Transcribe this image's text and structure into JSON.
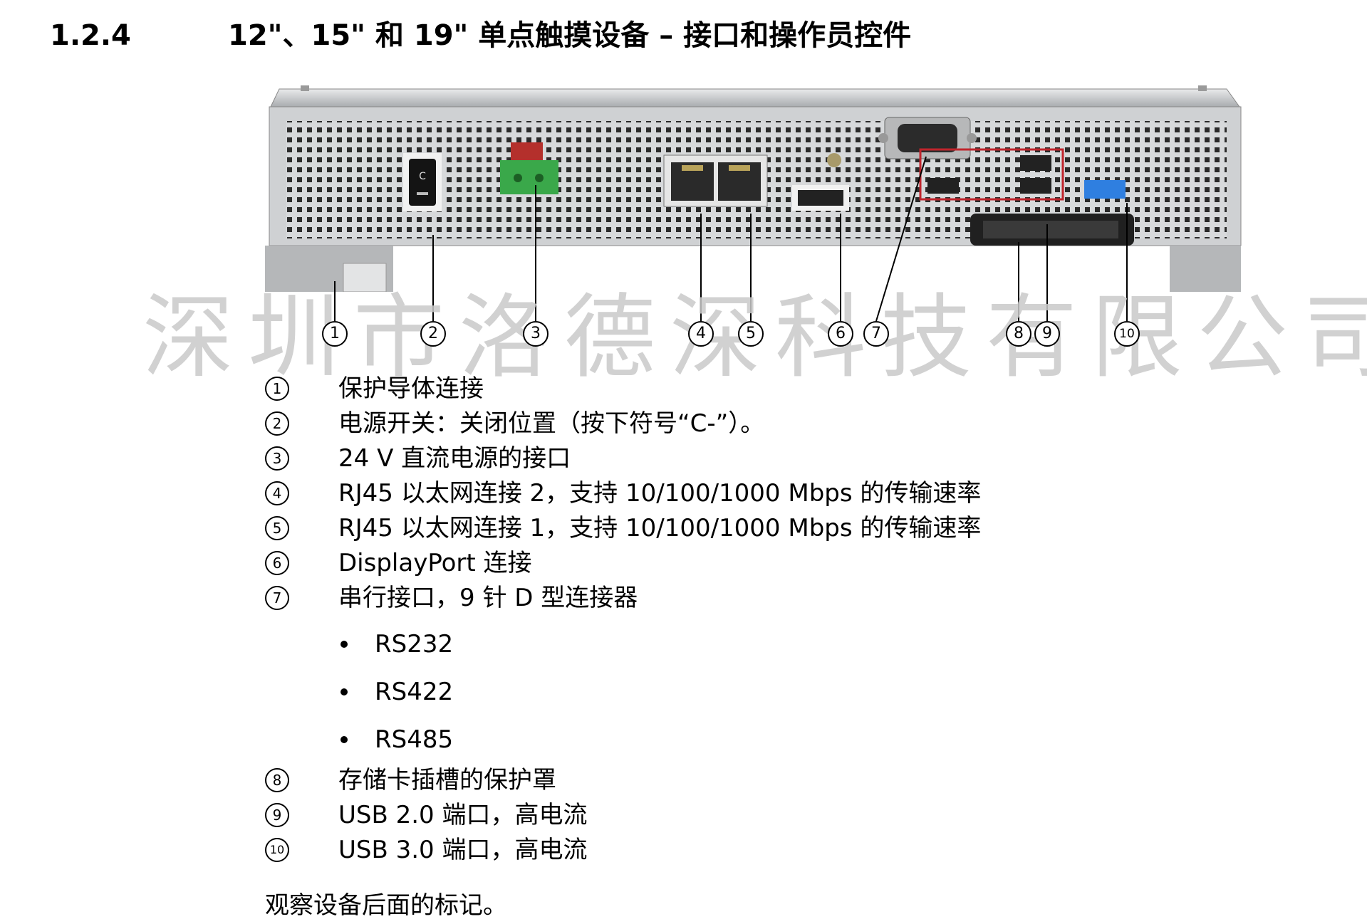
{
  "heading": {
    "number": "1.2.4",
    "title": "12\"、15\" 和 19\" 单点触摸设备 – 接口和操作员控件"
  },
  "watermark": "深圳市洛德深科技有限公司",
  "callouts": [
    "1",
    "2",
    "3",
    "4",
    "5",
    "6",
    "7",
    "8",
    "9",
    "10"
  ],
  "legend": [
    {
      "num": "1",
      "text": "保护导体连接"
    },
    {
      "num": "2",
      "text": "电源开关：关闭位置（按下符号“C-”）。"
    },
    {
      "num": "3",
      "text": "24 V 直流电源的接口"
    },
    {
      "num": "4",
      "text": "RJ45 以太网连接 2，支持 10/100/1000 Mbps 的传输速率"
    },
    {
      "num": "5",
      "text": "RJ45 以太网连接 1，支持 10/100/1000 Mbps 的传输速率"
    },
    {
      "num": "6",
      "text": "DisplayPort 连接"
    },
    {
      "num": "7",
      "text": "串行接口，9 针 D 型连接器"
    },
    {
      "num": "8",
      "text": "存储卡插槽的保护罩"
    },
    {
      "num": "9",
      "text": "USB 2.0 端口，高电流"
    },
    {
      "num": "10",
      "text": "USB 3.0 端口，高电流"
    }
  ],
  "bullets": [
    "RS232",
    "RS422",
    "RS485"
  ],
  "footer": "观察设备后面的标记。",
  "colors": {
    "usb_highlight": "#c0242c",
    "usb3_blue": "#2f7fe0",
    "terminal_green": "#3aa84a"
  }
}
